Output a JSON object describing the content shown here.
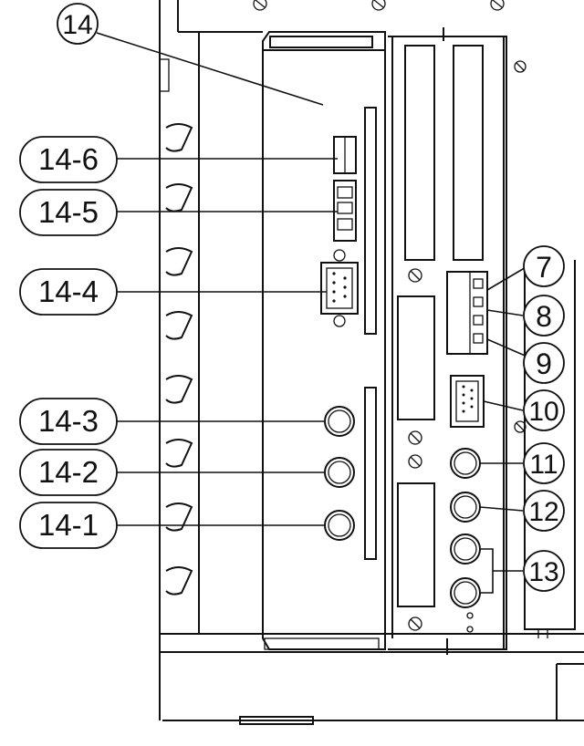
{
  "figure": {
    "callouts": {
      "c14": "14",
      "c14_6": "14-6",
      "c14_5": "14-5",
      "c14_4": "14-4",
      "c14_3": "14-3",
      "c14_2": "14-2",
      "c14_1": "14-1",
      "c7": "7",
      "c8": "8",
      "c9": "9",
      "c10": "10",
      "c11": "11",
      "c12": "12",
      "c13": "13"
    },
    "colors": {
      "line": "#111111",
      "background": "#ffffff"
    }
  }
}
